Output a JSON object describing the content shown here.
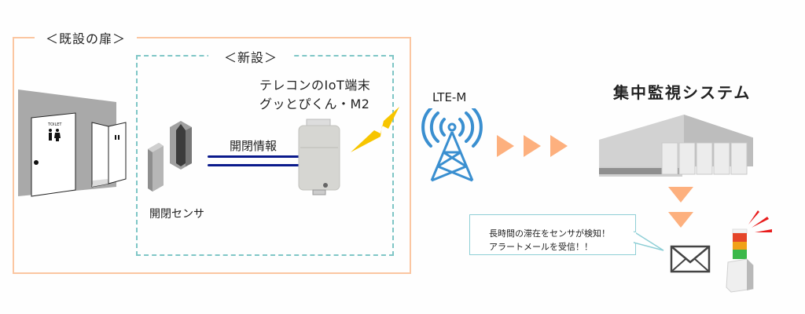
{
  "diagram": {
    "existing_door": {
      "title": "＜既設の扉＞",
      "toilet_sign": "TOILET"
    },
    "new_installation": {
      "title": "＜新設＞",
      "device_name_line1": "テレコンのIoT端末",
      "device_name_line2": "グッとぴくん・M2",
      "sensor_label": "開閉センサ",
      "signal_label": "開閉情報"
    },
    "network": {
      "label": "LTE-M"
    },
    "monitoring": {
      "title": "集中監視システム"
    },
    "alert": {
      "line1": "長時間の滞在をセンサが検知！",
      "line2": "アラートメールを受信！！"
    },
    "colors": {
      "existing_frame": "#fbc6a1",
      "new_frame": "#7fc6c6",
      "arrow": "#fdb07e",
      "signal_line": "#0a1a8c",
      "antenna": "#3a8fd0",
      "lightning": "#f7c500",
      "alarm_red": "#e81c1c"
    }
  }
}
